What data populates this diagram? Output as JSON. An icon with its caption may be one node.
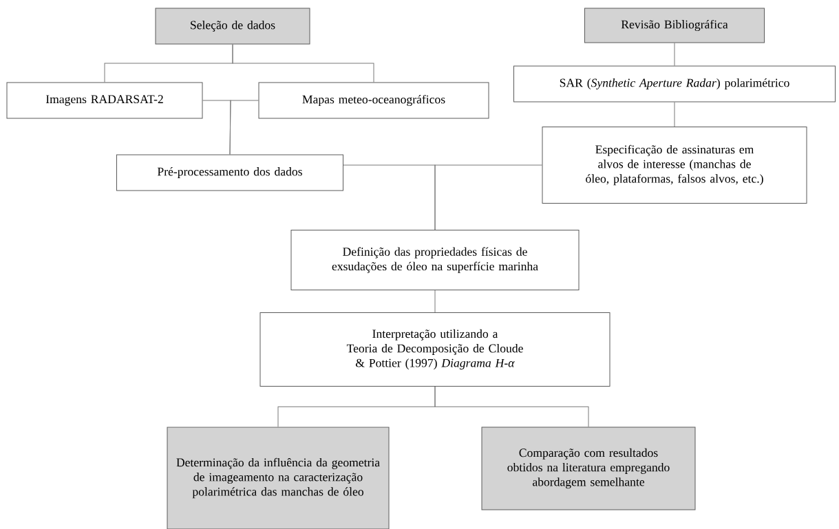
{
  "diagram": {
    "nodes": [
      {
        "text": [
          "Seleção de dados"
        ]
      },
      {
        "text": [
          "Revisão Bibliográfica"
        ]
      },
      {
        "text": [
          "Imagens RADARSAT-2"
        ]
      },
      {
        "text": [
          "Mapas meteo-oceanográficos"
        ]
      },
      {
        "text": [
          "SAR (*Synthetic Aperture Radar*) polarimétrico"
        ]
      },
      {
        "text": [
          "Pré-processamento dos dados"
        ]
      },
      {
        "text": [
          "Especificação de assinaturas em alvos de interesse (manchas de óleo, plataformas, falsos alvos, etc.)"
        ]
      },
      {
        "text": [
          "Definição das propriedades físicas de exsudações de óleo na superfície marinha"
        ]
      },
      {
        "text": [
          "Interpretação utilizando a",
          "Teoria de Decomposição de Cloude & Pottier (1997) *Diagrama H-α*"
        ]
      },
      {
        "text": [
          "Determinação da influência da geometria de imageamento na caracterização polarimétrica das manchas de óleo"
        ]
      },
      {
        "text": [
          "Comparação com resultados obtidos na literatura empregando abordagem semelhante"
        ]
      }
    ],
    "edges": [
      {
        "from": 0,
        "to": 2,
        "arrow": "none"
      },
      {
        "from": 0,
        "to": 3,
        "arrow": "none"
      },
      {
        "from": 1,
        "to": 4,
        "arrow": "none"
      },
      {
        "from": 4,
        "to": 6,
        "arrow": "none"
      },
      {
        "from": 2,
        "to": 5,
        "arrow": "none"
      },
      {
        "from": 3,
        "to": 5,
        "arrow": "none"
      },
      {
        "from": 5,
        "to": 7,
        "arrow": "none"
      },
      {
        "from": 6,
        "to": 7,
        "arrow": "none"
      },
      {
        "from": 7,
        "to": 8,
        "arrow": "none"
      },
      {
        "from": 8,
        "to": 9,
        "arrow": "none"
      },
      {
        "from": 8,
        "to": 10,
        "arrow": "none"
      }
    ]
  }
}
